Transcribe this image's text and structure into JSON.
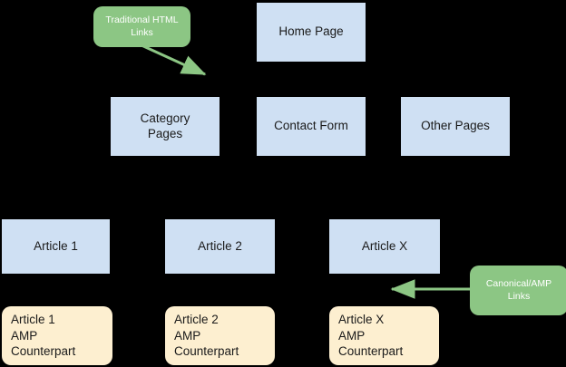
{
  "diagram": {
    "title": "AMP site structure diagram",
    "background": "#000000",
    "colors": {
      "page_box_fill": "#cfe0f3",
      "amp_box_fill": "#fdefd0",
      "callout_fill": "#8cc684",
      "callout_text": "#ffffff",
      "arrow_stroke": "#8cc684",
      "node_text": "#1a1a1a"
    },
    "nodes": [
      {
        "id": "home-page",
        "label": "Home Page",
        "type": "page"
      },
      {
        "id": "category-pages",
        "label": "Category\nPages",
        "type": "page"
      },
      {
        "id": "contact-form",
        "label": "Contact Form",
        "type": "page"
      },
      {
        "id": "other-pages",
        "label": "Other Pages",
        "type": "page"
      },
      {
        "id": "article-1",
        "label": "Article 1",
        "type": "page"
      },
      {
        "id": "article-2",
        "label": "Article 2",
        "type": "page"
      },
      {
        "id": "article-x",
        "label": "Article X",
        "type": "page"
      },
      {
        "id": "article-1-amp",
        "label": "Article 1\nAMP\nCounterpart",
        "type": "amp"
      },
      {
        "id": "article-2-amp",
        "label": "Article 2\nAMP\nCounterpart",
        "type": "amp"
      },
      {
        "id": "article-x-amp",
        "label": "Article X\nAMP\nCounterpart",
        "type": "amp"
      }
    ],
    "callouts": [
      {
        "id": "traditional-html-links",
        "label": "Traditional HTML\nLinks",
        "points_to": "category-pages"
      },
      {
        "id": "canonical-amp-links",
        "label": "Canonical/AMP\nLinks",
        "points_to": "article-x-amp"
      }
    ]
  }
}
